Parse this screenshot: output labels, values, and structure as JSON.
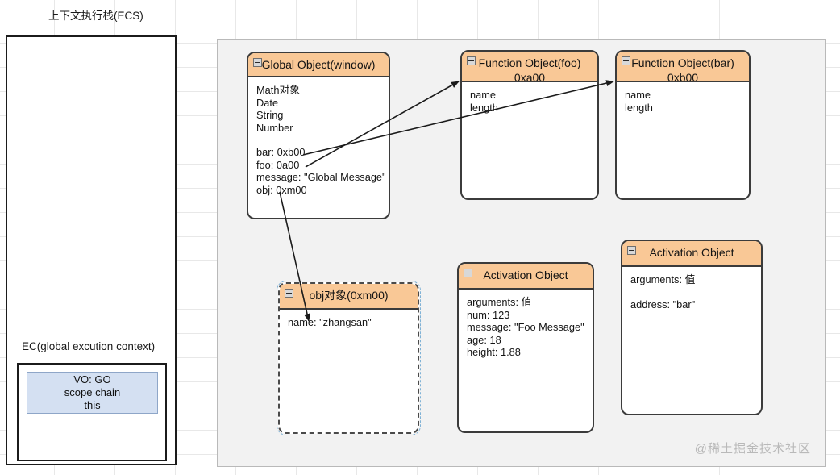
{
  "ecs_panel": {
    "title": "上下文执行栈(ECS)",
    "ec_label": "EC(global excution context)",
    "vo_box": {
      "line1": "VO: GO",
      "line2": "scope chain",
      "line3": "this"
    }
  },
  "watermark": "@稀土掘金技术社区",
  "colors": {
    "header_orange": "#f9c896",
    "node_border": "#3b3b3b",
    "vo_fill": "#d4e0f2",
    "vo_border": "#8ea6c8",
    "panel_bg": "#f2f2f2",
    "grid_line": "#e8e8e8",
    "watermark": "#b9b9b9"
  },
  "nodes": [
    {
      "id": "global-object",
      "title_line1": "Global Object(window)",
      "title_line2": "",
      "rows": [
        "Math对象",
        "Date",
        "String",
        "Number",
        "",
        "bar: 0xb00",
        "foo: 0a00",
        "message: \"Global Message\"",
        "obj: 0xm00"
      ]
    },
    {
      "id": "function-object-foo",
      "title_line1": "Function Object(foo)",
      "title_line2": "0xa00",
      "rows": [
        "name",
        "length"
      ]
    },
    {
      "id": "function-object-bar",
      "title_line1": "Function Object(bar)",
      "title_line2": "0xb00",
      "rows": [
        "name",
        "length"
      ]
    },
    {
      "id": "obj-object",
      "title_line1": "obj对象(0xm00)",
      "title_line2": "",
      "rows": [
        "name: \"zhangsan\""
      ]
    },
    {
      "id": "activation-object-foo",
      "title_line1": "Activation Object",
      "title_line2": "",
      "rows": [
        "arguments: 值",
        "num: 123",
        "message: \"Foo Message\"",
        "age: 18",
        "height: 1.88"
      ]
    },
    {
      "id": "activation-object-bar",
      "title_line1": "Activation Object",
      "title_line2": "",
      "rows": [
        "arguments: 值",
        "",
        "address: \"bar\""
      ]
    }
  ]
}
